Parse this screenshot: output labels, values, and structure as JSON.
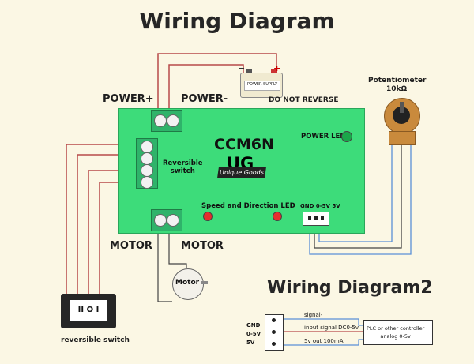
{
  "title": "Wiring Diagram",
  "title2": "Wiring Diagram2",
  "labels": {
    "power_plus": "POWER+",
    "power_minus": "POWER-",
    "do_not_reverse": "DO NOT REVERSE",
    "power_supply": "POWER SUPPLY",
    "potentiometer": "Potentiometer",
    "pot_value": "10kΩ",
    "motor_left": "MOTOR",
    "motor_right": "MOTOR",
    "motor": "Motor",
    "reversible_switch": "reversible switch",
    "switch_face": "II O I"
  },
  "board": {
    "model": "CCM6N",
    "logo": "UG",
    "brand": "Unique Goods",
    "reversible_switch": "Reversible\nswitch",
    "power_led": "POWER LED",
    "speed_dir_led": "Speed and Direction LED",
    "pot_header": "GND 0-5V 5V"
  },
  "diagram2": {
    "pins": [
      "GND",
      "0-5V",
      "5V"
    ],
    "signals": [
      "signal-",
      "input signal DC0-5v",
      "5v out 100mA"
    ],
    "plc": "PLC or other controller\nanalog 0-5v"
  },
  "colors": {
    "board": "#3ddc7a",
    "wire_red": "#b84a4a",
    "wire_blue": "#5a8fd6",
    "wire_dark": "#444444",
    "led_red": "#e62e2e",
    "led_green": "#1aa74a"
  }
}
